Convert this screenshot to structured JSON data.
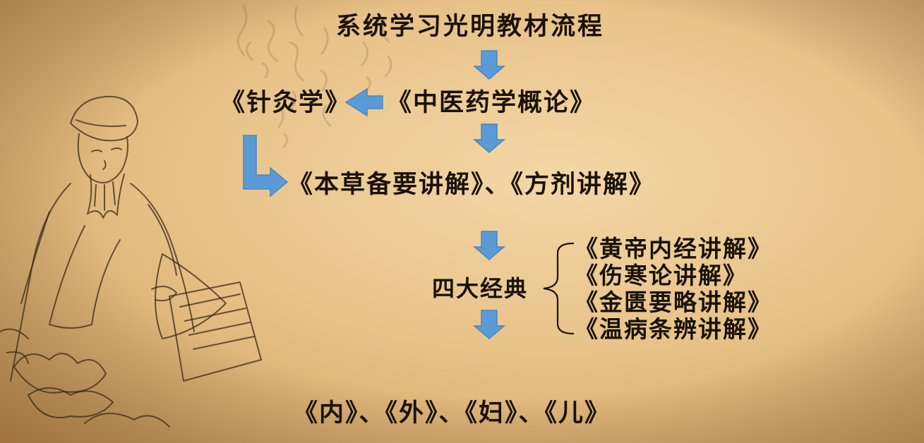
{
  "diagram": {
    "title": "系统学习光明教材流程",
    "nodes": {
      "acupuncture": "《针灸学》",
      "intro": "《中医药学概论》",
      "herbs_formulas": "《本草备要讲解》、《方剂讲解》",
      "four_classics": "四大经典",
      "classics": [
        "《黄帝内经讲解》",
        "《伤寒论讲解》",
        "《金匮要略讲解》",
        "《温病条辨讲解》"
      ],
      "specialties": "《内》、《外》、《妇》、《儿》"
    },
    "edges": [
      {
        "from": "title",
        "to": "intro"
      },
      {
        "from": "intro",
        "to": "acupuncture"
      },
      {
        "from": "intro",
        "to": "herbs_formulas"
      },
      {
        "from": "acupuncture",
        "to": "herbs_formulas"
      },
      {
        "from": "herbs_formulas",
        "to": "four_classics"
      },
      {
        "from": "four_classics",
        "to": "specialties"
      }
    ]
  },
  "colors": {
    "arrow_fill": "#5b9bd5",
    "arrow_stroke": "#4a86c0",
    "background": "#e8c38a",
    "text": "#1a1208"
  },
  "decoration": {
    "left": "ink-sketch-scholar-reading",
    "top": "faded-calligraphy"
  }
}
